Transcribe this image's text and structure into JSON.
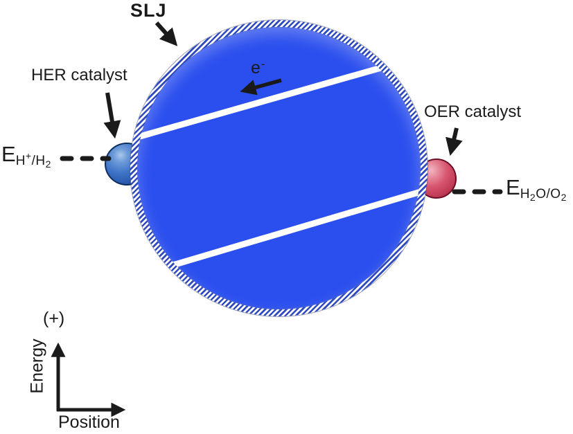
{
  "labels": {
    "slj": "SLJ",
    "her_catalyst": "HER catalyst",
    "oer_catalyst": "OER catalyst",
    "electron_base": "e",
    "electron_sup": "-"
  },
  "energy_levels": {
    "left": {
      "symbol": "E",
      "sub_h": "H",
      "sup_plus": "+",
      "sub_slash_h": "/H",
      "sub_two": "2"
    },
    "right": {
      "symbol": "E",
      "sub_h": "H",
      "sub_two_a": "2",
      "sub_o_slash_o": "O/O",
      "sub_two_b": "2"
    }
  },
  "axes": {
    "y_positive": "(+)",
    "y_label": "Energy",
    "x_label": "Position"
  },
  "colors": {
    "particle_fill": "#2b4fee",
    "hatch_blue": "#2f49c0",
    "her_sphere": "#3f74c8",
    "oer_sphere": "#d8566f",
    "stripe_white": "#ffffff",
    "line_black": "#1a1a1a"
  }
}
